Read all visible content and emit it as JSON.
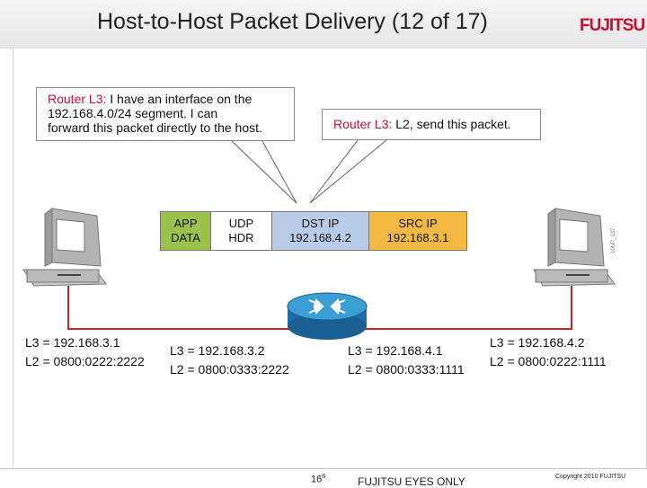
{
  "slide": {
    "title": "Host-to-Host Packet Delivery (12 of 17)",
    "logo": "FUJITSU"
  },
  "callouts": {
    "router_interface": {
      "speaker": "Router L3:",
      "line1": " I have an interface on the",
      "line2": "192.168.4.0/24 segment.  I can",
      "line3": "forward this packet directly to the host."
    },
    "router_l2": {
      "speaker": "Router L3:",
      "text": " L2, send this packet."
    }
  },
  "packet": {
    "app": [
      "APP",
      "DATA"
    ],
    "udp": [
      "UDP",
      "HDR"
    ],
    "dst": [
      "DST IP",
      "192.168.4.2"
    ],
    "src": [
      "SRC IP",
      "192.168.3.1"
    ],
    "colors": {
      "app": "#9bc24a",
      "dst": "#b8cbe9",
      "src": "#f4b942"
    }
  },
  "figure_code": "10NP_137",
  "addresses": {
    "host_a": {
      "l3": "L3 = 192.168.3.1",
      "l2": "L2 = 0800:0222:2222"
    },
    "router_left": {
      "l3": "L3 = 192.168.3.2",
      "l2": "L2 = 0800:0333:2222"
    },
    "router_right": {
      "l3": "L3 = 192.168.4.1",
      "l2": "L2 = 0800:0333:1111"
    },
    "host_b": {
      "l3": "L3 = 192.168.4.2",
      "l2": "L2 = 0800:0222:1111"
    }
  },
  "link_color": "#cc2222",
  "footer": {
    "page": "16",
    "page_sup": "6",
    "center": "FUJITSU EYES ONLY",
    "copyright": "Copyright 2010 FUJITSU"
  }
}
